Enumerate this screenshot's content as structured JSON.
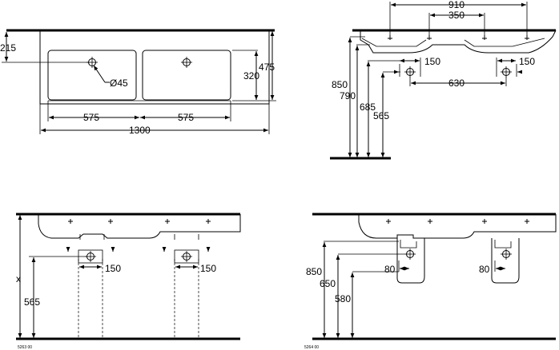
{
  "top_view": {
    "d215": "215",
    "d475": "475",
    "d320": "320",
    "d45": "Ø45",
    "d575_left": "575",
    "d575_right": "575",
    "d1300": "1300"
  },
  "side_view": {
    "d910": "910",
    "d350": "350",
    "d150_left": "150",
    "d150_right": "150",
    "d630": "630",
    "d850": "850",
    "d790": "790",
    "d685": "685",
    "d565": "565"
  },
  "front_view_a": {
    "dx": "x",
    "d565": "565",
    "d150_left": "150",
    "d150_right": "150",
    "code": "5263 00"
  },
  "front_view_b": {
    "d850": "850",
    "d650": "650",
    "d580": "580",
    "d80_left": "80",
    "d80_right": "80",
    "code": "5264 00"
  }
}
